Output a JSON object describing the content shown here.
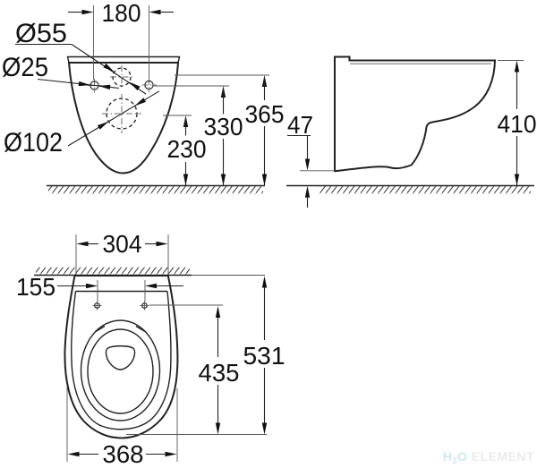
{
  "front_view": {
    "dims": {
      "mounting_hole_spacing": "180",
      "flush_hole_diameter": "Ø55",
      "mounting_hole_diameter": "Ø25",
      "outlet_hole_diameter": "Ø102",
      "outlet_center_height": "230",
      "mounting_hole_height": "330",
      "top_reference_height": "365"
    }
  },
  "side_view": {
    "dims": {
      "bottom_to_floor_clearance": "47",
      "body_height": "410"
    }
  },
  "plan_view": {
    "dims": {
      "rear_body_width": "304",
      "seat_fixing_spacing": "155",
      "fixing_to_front_depth": "435",
      "wall_to_front_depth": "531",
      "max_body_width": "368"
    }
  },
  "watermark": {
    "h": "H",
    "sub": "2",
    "o": "O",
    "brand": "ELEMENT"
  },
  "colors": {
    "line": "#222222",
    "thin_line": "#555555",
    "text": "#111111",
    "watermark_h2o": "#cfe7f3",
    "watermark_brand": "#ebebeb",
    "background": "#ffffff"
  }
}
